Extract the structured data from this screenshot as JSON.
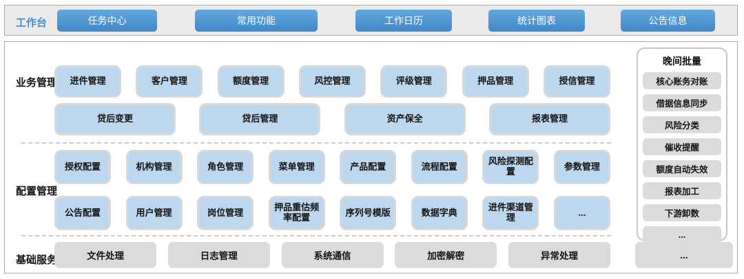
{
  "topbar": {
    "label": "工作台",
    "buttons": [
      "任务中心",
      "常用功能",
      "工作日历",
      "统计图表",
      "公告信息"
    ]
  },
  "sections": {
    "business": {
      "label": "业务管理",
      "row1": [
        "进件管理",
        "客户管理",
        "额度管理",
        "风控管理",
        "评级管理",
        "押品管理",
        "授信管理"
      ],
      "row2": [
        "贷后变更",
        "贷后管理",
        "资产保全",
        "报表管理"
      ]
    },
    "config": {
      "label": "配置管理",
      "row1": [
        "授权配置",
        "机构管理",
        "角色管理",
        "菜单管理",
        "产品配置",
        "流程配置",
        "风险探测配置",
        "参数管理"
      ],
      "row2": [
        "公告配置",
        "用户管理",
        "岗位管理",
        "押品重估频率配置",
        "序列号模版",
        "数据字典",
        "进件渠道管理",
        "..."
      ]
    },
    "base": {
      "label": "基础服务",
      "row": [
        "文件处理",
        "日志管理",
        "系统通信",
        "加密解密",
        "异常处理"
      ],
      "more": "..."
    }
  },
  "sidebar": {
    "title": "晚间批量",
    "items": [
      "核心账务对账",
      "借据信息同步",
      "风险分类",
      "催收提醒",
      "额度自动失效",
      "报表加工",
      "下游卸数",
      "..."
    ]
  },
  "colors": {
    "accent_blue": "#4A96D2",
    "module_light_blue": "#BDD7EE",
    "box_gray": "#DBDBDB",
    "topbar_gray": "#EAEAEA"
  }
}
